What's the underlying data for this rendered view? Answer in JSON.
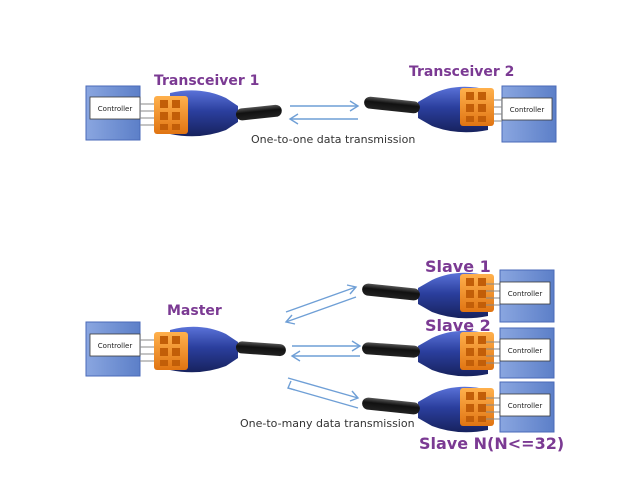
{
  "top": {
    "left_label": "Transceiver 1",
    "right_label": "Transceiver 2",
    "caption": "One-to-one data transmission"
  },
  "bottom": {
    "master_label": "Master",
    "slave_labels": [
      "Slave 1",
      "Slave 2",
      "Slave N(N<=32)"
    ],
    "caption": "One-to-many data transmission"
  },
  "controller_label": "Controller",
  "colors": {
    "label_purple": "#7b3a93",
    "device_blue": "#2b3f9e",
    "terminal_orange": "#f08a24",
    "controller_blue": "#6e8fd0",
    "arrow_blue": "#6f9fd6"
  }
}
